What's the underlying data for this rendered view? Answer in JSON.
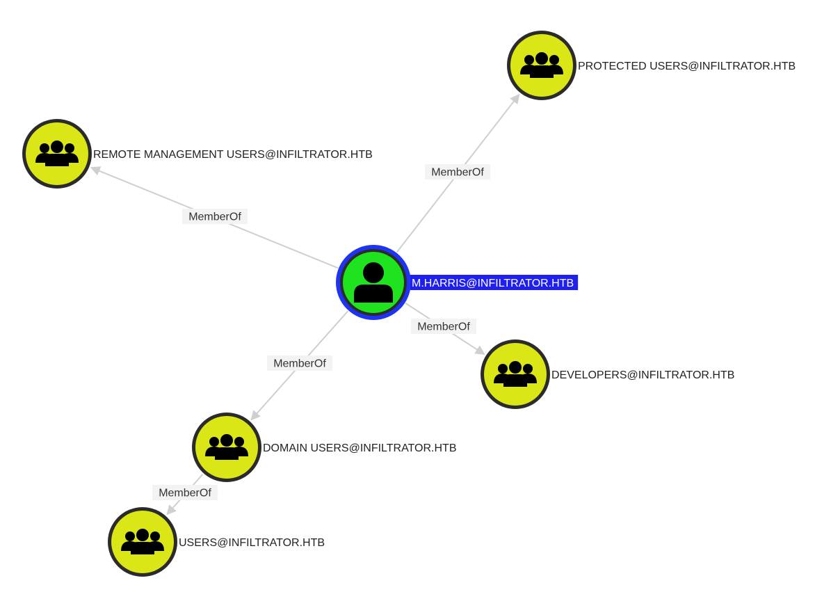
{
  "colors": {
    "user_fill": "#1ee31e",
    "group_fill": "#dbe616",
    "node_ring": "#2b2b2b",
    "selected_ring": "#1f33f2",
    "selected_label_bg": "#1f1ff0",
    "edge": "#cfcfcf",
    "edge_label_bg": "#f3f3f3"
  },
  "nodes": [
    {
      "id": "mharris",
      "kind": "user",
      "icon": "user-icon",
      "label": "M.HARRIS@INFILTRATOR.HTB",
      "selected": true
    },
    {
      "id": "protected",
      "kind": "group",
      "icon": "group-icon",
      "label": "PROTECTED USERS@INFILTRATOR.HTB",
      "selected": false
    },
    {
      "id": "remote",
      "kind": "group",
      "icon": "group-icon",
      "label": "REMOTE MANAGEMENT USERS@INFILTRATOR.HTB",
      "selected": false
    },
    {
      "id": "developers",
      "kind": "group",
      "icon": "group-icon",
      "label": "DEVELOPERS@INFILTRATOR.HTB",
      "selected": false
    },
    {
      "id": "domainusers",
      "kind": "group",
      "icon": "group-icon",
      "label": "DOMAIN USERS@INFILTRATOR.HTB",
      "selected": false
    },
    {
      "id": "users",
      "kind": "group",
      "icon": "group-icon",
      "label": "USERS@INFILTRATOR.HTB",
      "selected": false
    }
  ],
  "edges": [
    {
      "from": "mharris",
      "to": "protected",
      "label": "MemberOf"
    },
    {
      "from": "mharris",
      "to": "remote",
      "label": "MemberOf"
    },
    {
      "from": "mharris",
      "to": "developers",
      "label": "MemberOf"
    },
    {
      "from": "mharris",
      "to": "domainusers",
      "label": "MemberOf"
    },
    {
      "from": "domainusers",
      "to": "users",
      "label": "MemberOf"
    }
  ]
}
